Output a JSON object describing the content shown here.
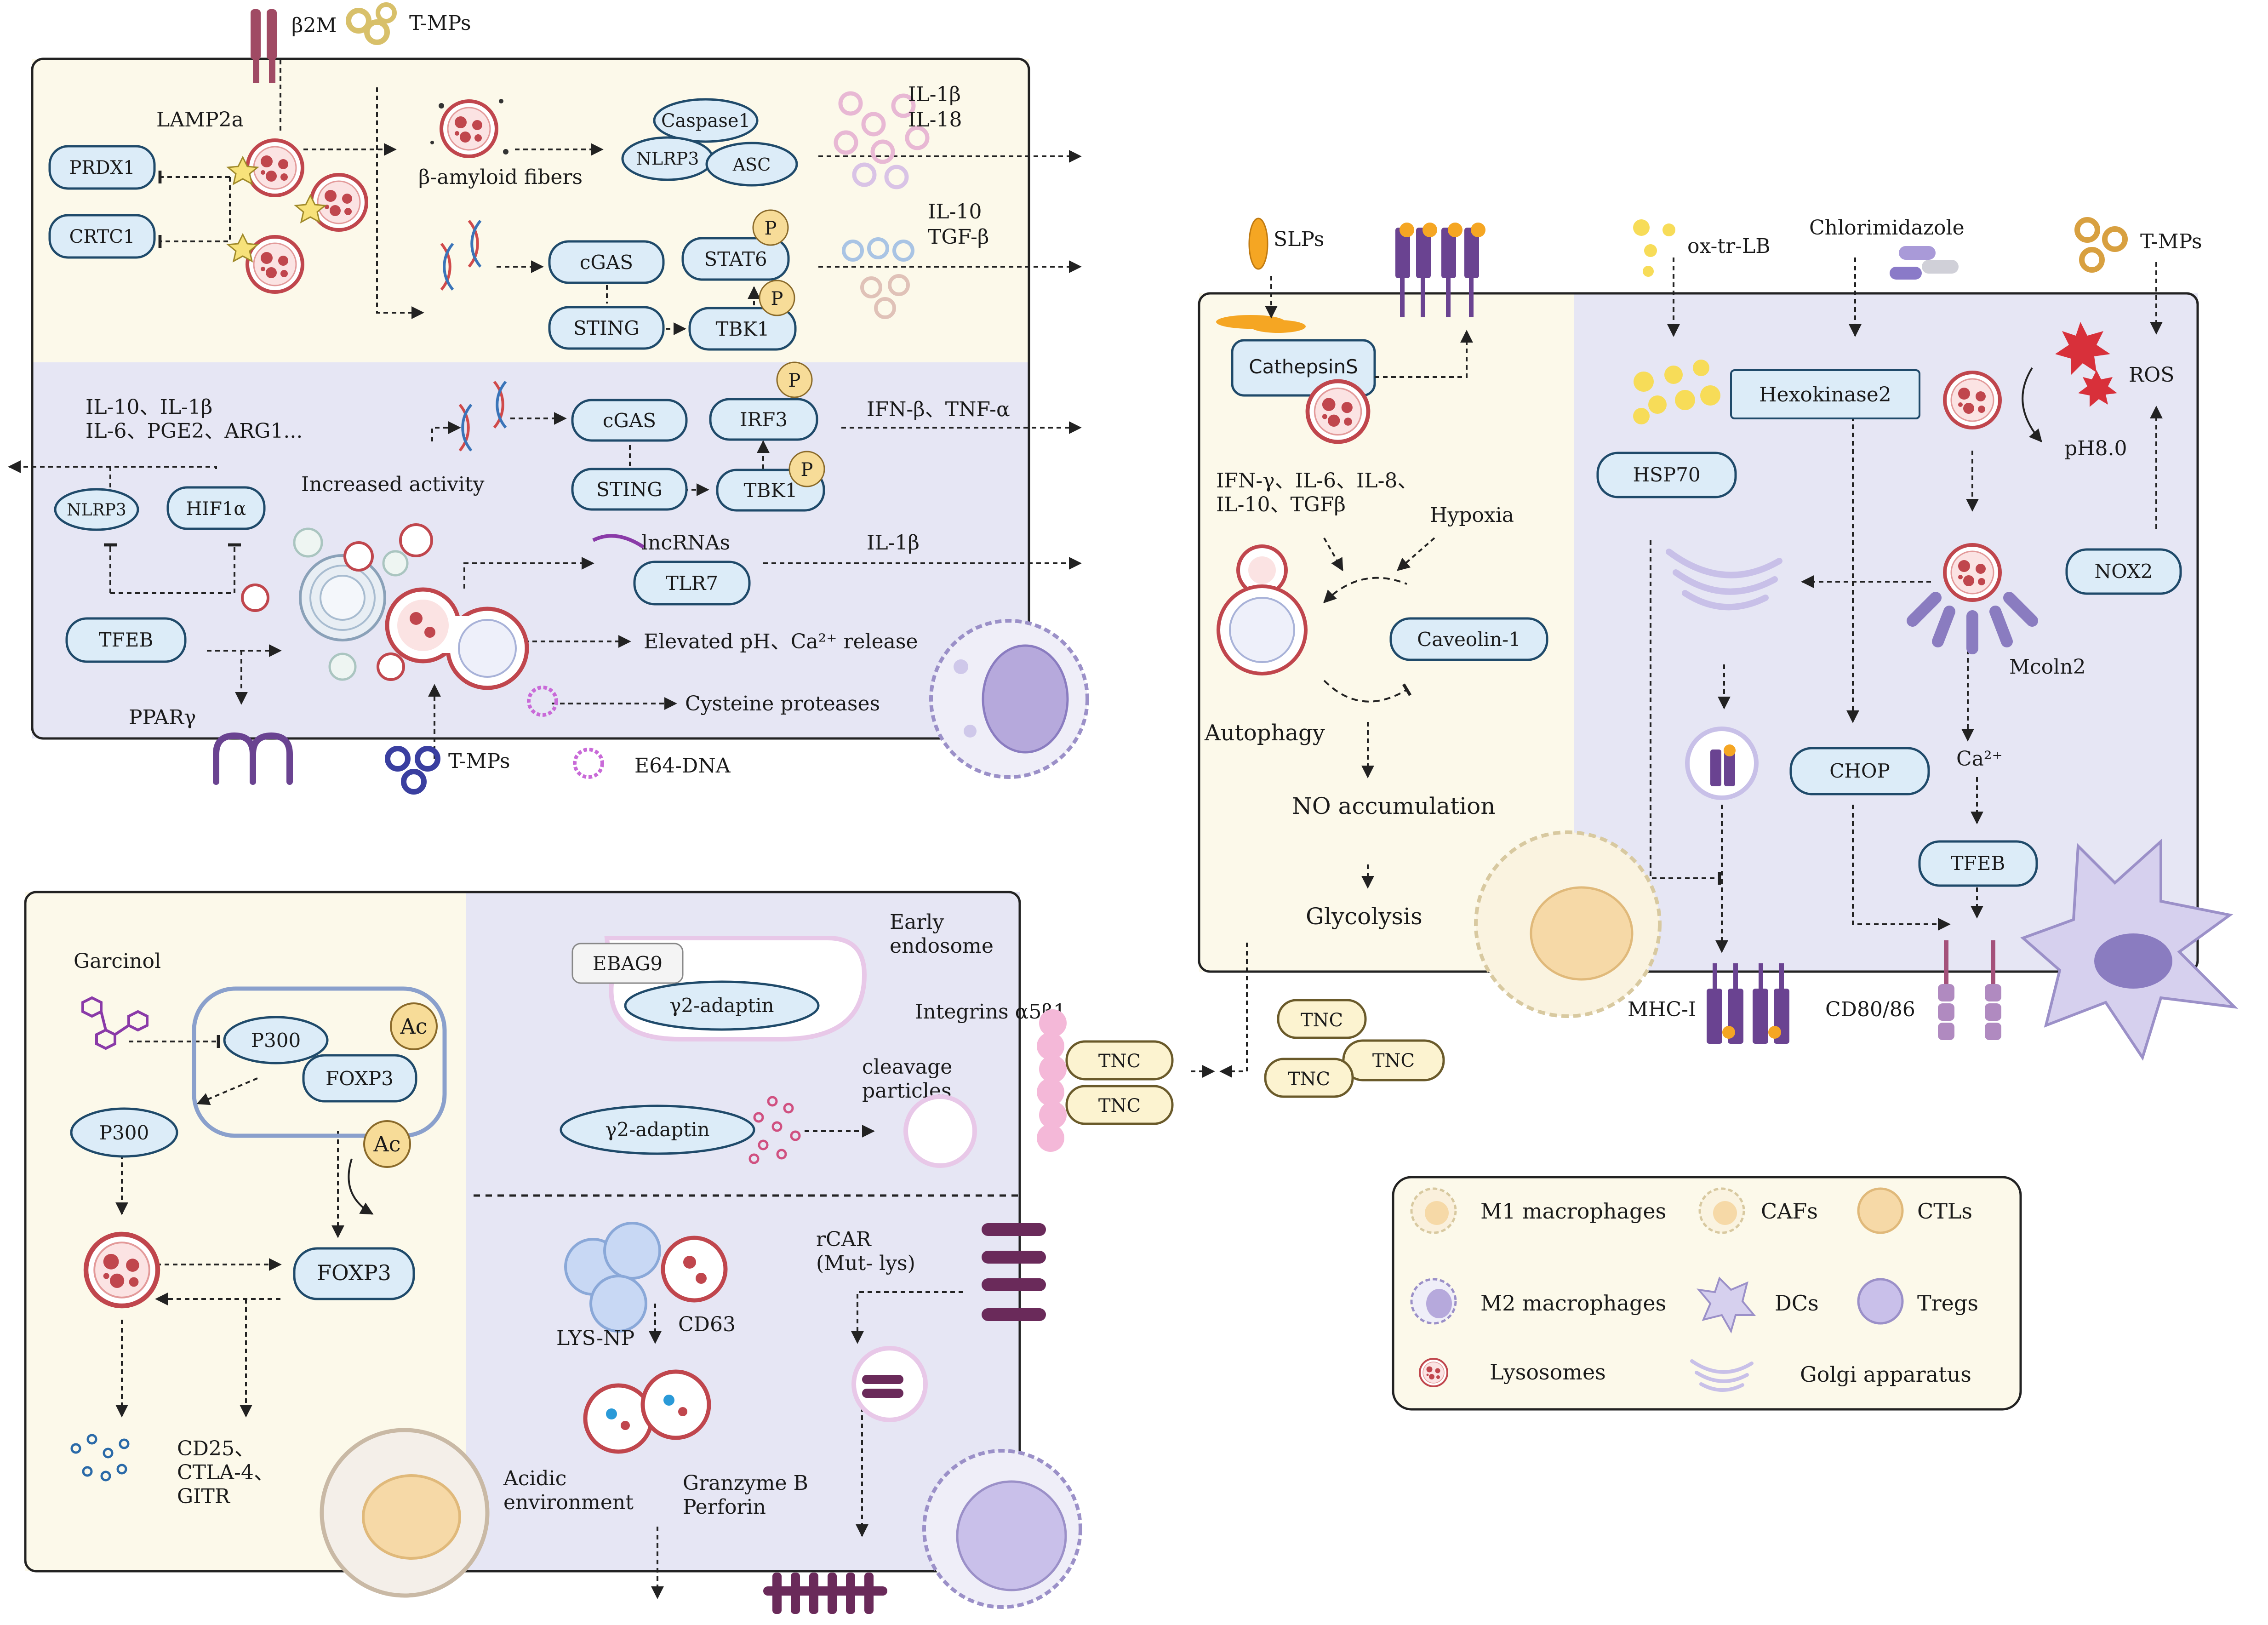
{
  "colors": {
    "cream_panel": "#fcf9ea",
    "lavender_panel": "#e6e6f4",
    "pill_fill": "#dcecf8",
    "pill_stroke": "#1f4a6a",
    "lysosome_red": "#c0464d",
    "receptor_purple": "#6a4391",
    "receptor_pink": "#a04a64",
    "phospho_yellow": "#f7dc98",
    "arrow": "#222222"
  },
  "macrophage_m2": {
    "receptor_b2m": "β2M",
    "particles_tmps": "T-MPs",
    "lamp2a": "LAMP2a",
    "prdx1": "PRDX1",
    "crtc1": "CRTC1",
    "beta_amyloid": "β-amyloid fibers",
    "caspase1": "Caspase1",
    "nlrp3": "NLRP3",
    "asc": "ASC",
    "il1b": "IL-1β",
    "il18": "IL-18",
    "cgas": "cGAS",
    "sting": "STING",
    "stat6": "STAT6",
    "tbk1": "TBK1",
    "phospho": "P",
    "il10": "IL-10",
    "tgfb": "TGF-β"
  },
  "macrophage_m1": {
    "cytokines_line1": "IL-10、IL-1β",
    "cytokines_line2": "IL-6、PGE2、ARG1...",
    "nlrp3": "NLRP3",
    "hif1a": "HIF1α",
    "increased_activity": "Increased activity",
    "cgas": "cGAS",
    "sting": "STING",
    "irf3": "IRF3",
    "tbk1": "TBK1",
    "phospho": "P",
    "ifn_tnf": "IFN-β、TNF-α",
    "lncrnas": "lncRNAs",
    "tlr7": "TLR7",
    "il1b": "IL-1β",
    "tfeb": "TFEB",
    "elevated_ph": "Elevated pH、Ca²⁺ release",
    "cysteine_proteases": "Cysteine proteases",
    "ppar": "PPARγ",
    "tmps": "T-MPs",
    "e64_dna": "E64-DNA"
  },
  "dc_panel": {
    "slps": "SLPs",
    "cathepsins": "CathepsinS",
    "cytokines_line1": "IFN-γ、IL-6、IL-8、",
    "cytokines_line2": "IL-10、TGFβ",
    "hypoxia": "Hypoxia",
    "caveolin": "Caveolin-1",
    "autophagy": "Autophagy",
    "no_accumulation": "NO accumulation",
    "glycolysis": "Glycolysis",
    "ox_tr_lb": "ox-tr-LB",
    "hsp70": "HSP70",
    "chlorimidazole": "Chlorimidazole",
    "hexokinase2": "Hexokinase2",
    "tmps": "T-MPs",
    "ros": "ROS",
    "ph8": "pH8.0",
    "nox2": "NOX2",
    "mcoln2": "Mcoln2",
    "chop": "CHOP",
    "ca": "Ca²⁺",
    "tfeb": "TFEB",
    "mhc1": "MHC-I",
    "cd80": "CD80/86"
  },
  "tnc_group": {
    "tnc_label": "TNC"
  },
  "treg_panel": {
    "garcinol": "Garcinol",
    "p300": "P300",
    "foxp3": "FOXP3",
    "ac": "Ac",
    "cd25": "CD25、",
    "ctla4": "CTLA-4、",
    "gitr": "GITR",
    "ebag9": "EBAG9",
    "gamma2": "γ2-adaptin",
    "early_endosome_1": "Early",
    "early_endosome_2": "endosome",
    "integrins": "Integrins α5β1",
    "tnc": "TNC",
    "cleavage_1": "cleavage",
    "cleavage_2": "particles",
    "lys_np": "LYS-NP",
    "cd63": "CD63",
    "rcar_1": "rCAR",
    "rcar_2": "(Mut- lys)",
    "acidic_1": "Acidic",
    "acidic_2": "environment",
    "granzyme_1": "Granzyme B",
    "granzyme_2": "Perforin"
  },
  "legend": {
    "m1": "M1 macrophages",
    "cafs": "CAFs",
    "ctls": "CTLs",
    "m2": "M2 macrophages",
    "dcs": "DCs",
    "tregs": "Tregs",
    "lysosomes": "Lysosomes",
    "golgi": "Golgi apparatus"
  }
}
